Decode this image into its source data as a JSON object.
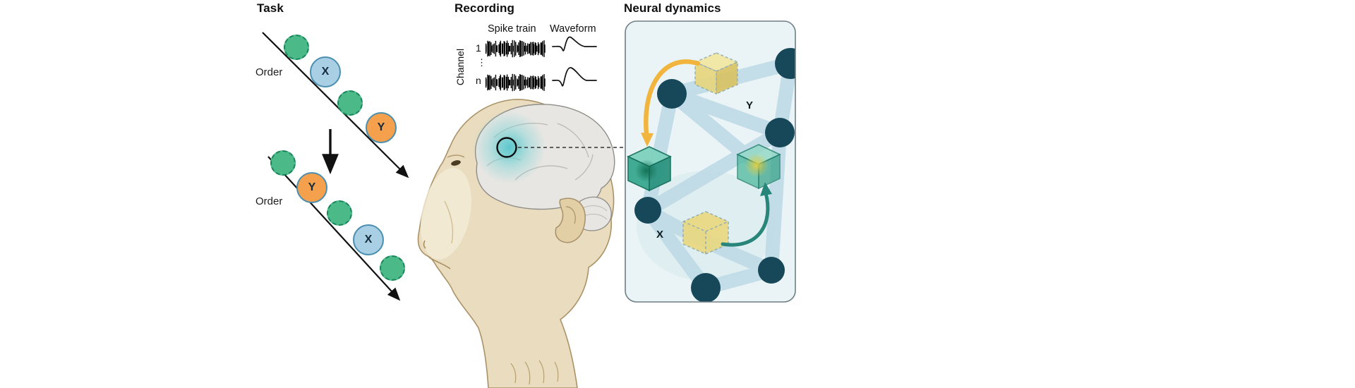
{
  "task": {
    "title": "Task",
    "order_label_top": "Order",
    "order_label_bottom": "Order",
    "sequence_top": {
      "item_x": "X",
      "item_y": "Y"
    },
    "sequence_bottom": {
      "item_y": "Y",
      "item_x": "X"
    }
  },
  "recording": {
    "title": "Recording",
    "spike_train_label": "Spike train",
    "waveform_label": "Waveform",
    "channel_axis": "Channel",
    "channel_first": "1",
    "channel_ellipsis": "⋮",
    "channel_last": "n"
  },
  "neural": {
    "title": "Neural dynamics",
    "cube_label_y": "Y",
    "cube_label_x": "X"
  },
  "colors": {
    "distractor_green": "#4cb988",
    "item_blue": "#a9cfe5",
    "item_orange": "#f5a04c",
    "item_border": "#4a8fb0",
    "highlight_teal": "#58c6cc",
    "node_dark": "#17485a",
    "edge_blue": "#bcdae5",
    "cube_yellow": "#e9d87e",
    "cube_green": "#3aa88f",
    "arrow_yellow": "#f1b53e",
    "arrow_teal": "#28857a"
  }
}
